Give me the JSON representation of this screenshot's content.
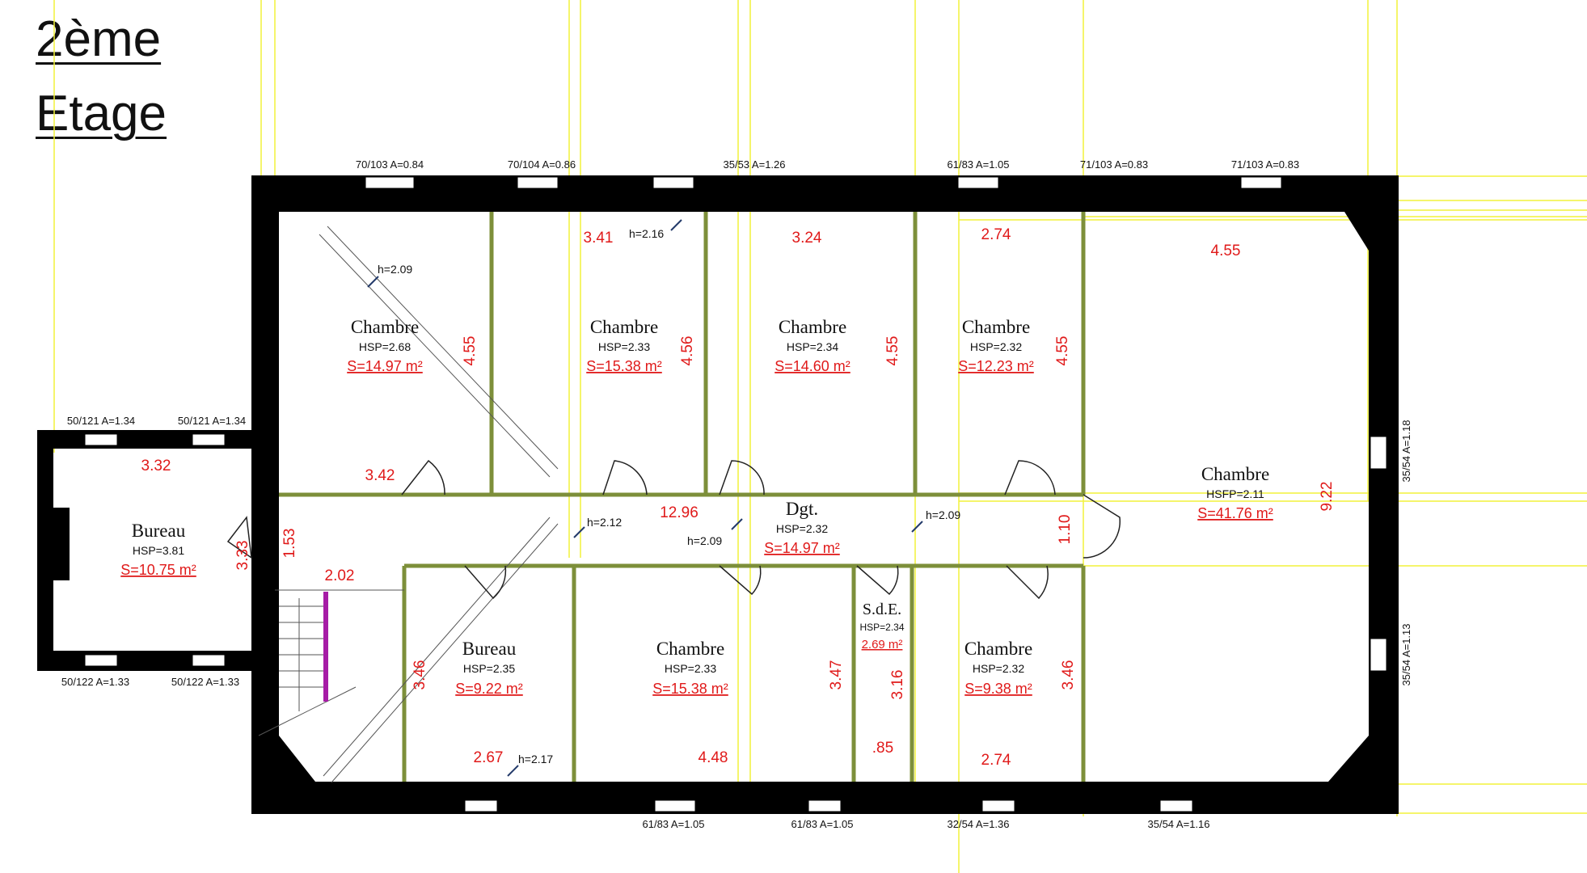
{
  "title": {
    "line1": "2ème",
    "line2": "Etage"
  },
  "windows": [
    "70/103 A=0.84",
    "70/104 A=0.86",
    "35/53 A=1.26",
    "61/83 A=1.05",
    "71/103 A=0.83",
    "71/103 A=0.83",
    "50/121 A=1.34",
    "50/121 A=1.34",
    "50/122 A=1.33",
    "50/122 A=1.33",
    "61/83 A=1.05",
    "61/83 A=1.05",
    "32/54 A=1.36",
    "35/54 A=1.16",
    "35/54 A=1.18",
    "35/54 A=1.13"
  ],
  "rooms": [
    {
      "name": "Chambre",
      "hsp": "HSP=2.68",
      "area": "S=14.97 m²"
    },
    {
      "name": "Chambre",
      "hsp": "HSP=2.33",
      "area": "S=15.38 m²"
    },
    {
      "name": "Chambre",
      "hsp": "HSP=2.34",
      "area": "S=14.60 m²"
    },
    {
      "name": "Chambre",
      "hsp": "HSP=2.32",
      "area": "S=12.23 m²"
    },
    {
      "name": "Chambre",
      "hsp": "HSFP=2.11",
      "area": "S=41.76 m²"
    },
    {
      "name": "Bureau",
      "hsp": "HSP=3.81",
      "area": "S=10.75 m²"
    },
    {
      "name": "Dgt.",
      "hsp": "HSP=2.32",
      "area": "S=14.97 m²"
    },
    {
      "name": "Bureau",
      "hsp": "HSP=2.35",
      "area": "S=9.22 m²"
    },
    {
      "name": "Chambre",
      "hsp": "HSP=2.33",
      "area": "S=15.38 m²"
    },
    {
      "name": "S.d.E.",
      "hsp": "HSP=2.34",
      "area": "2.69 m²"
    },
    {
      "name": "Chambre",
      "hsp": "HSP=2.32",
      "area": "S=9.38 m²"
    }
  ],
  "dimensions": [
    "3.41",
    "3.24",
    "2.74",
    "4.55",
    "3.42",
    "12.96",
    "3.32",
    "4.55",
    "4.56",
    "4.55",
    "4.55",
    "9.22",
    "1.10",
    "1.53",
    "3.33",
    "2.02",
    "3.46",
    "3.47",
    "3.16",
    "3.46",
    "2.67",
    "4.48",
    ".85",
    "2.74"
  ],
  "heights": [
    "h=2.09",
    "h=2.16",
    "h=2.12",
    "h=2.09",
    "h=2.09",
    "h=2.17"
  ],
  "colors": {
    "wall": "#000000",
    "partition": "#7d8f3a",
    "guide": "#f2f23a",
    "dimension": "#e01a1a",
    "stair_rail": "#a61ca6"
  }
}
